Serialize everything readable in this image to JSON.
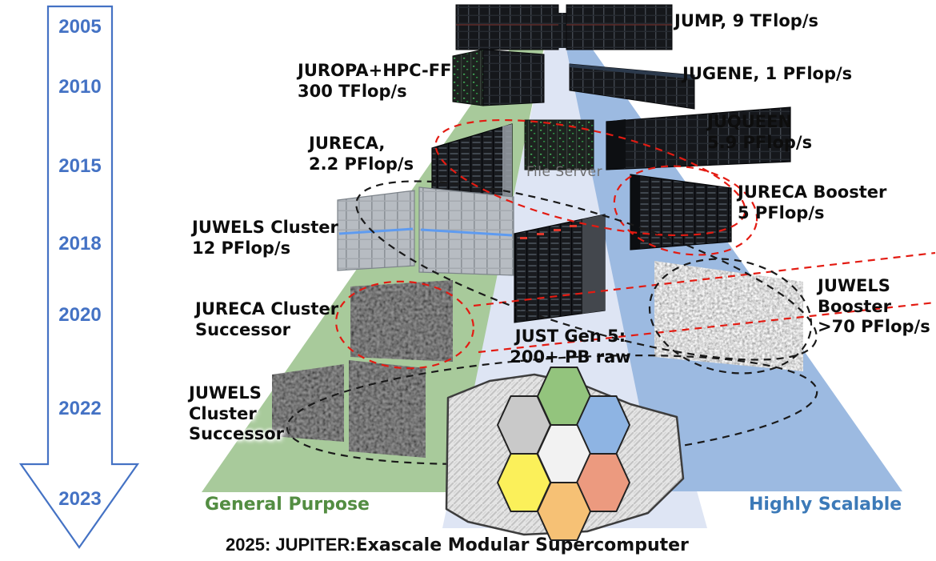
{
  "timeline": {
    "color": "#4472c4",
    "years": [
      "2005",
      "2010",
      "2015",
      "2018",
      "2020",
      "2022",
      "2023"
    ]
  },
  "branches": {
    "general_purpose": {
      "label": "General Purpose",
      "color": "#a8ca9b",
      "text_color": "#538d42"
    },
    "highly_scalable": {
      "label": "Highly Scalable",
      "color": "#9cbae1",
      "text_color": "#3c7ab8"
    },
    "storage": {
      "color": "#dce4f3"
    }
  },
  "systems": {
    "jump": {
      "label": "JUMP, 9 TFlop/s"
    },
    "juropa": {
      "label": "JUROPA+HPC-FF\n300 TFlop/s"
    },
    "jugene": {
      "label": "JUGENE, 1 PFlop/s"
    },
    "juqueen": {
      "label": "JUQUEEN\n5.9 PFlop/s"
    },
    "jureca": {
      "label": "JURECA,\n2.2 PFlop/s"
    },
    "file_server": {
      "label": "File Server"
    },
    "jureca_booster": {
      "label": "JURECA Booster\n5 PFlop/s"
    },
    "juwels_cluster": {
      "label": "JUWELS Cluster\n12 PFlop/s"
    },
    "juwels_booster": {
      "label": "JUWELS\nBooster\n>70 PFlop/s"
    },
    "jureca_successor": {
      "label": "JURECA Cluster\nSuccessor"
    },
    "just": {
      "label": "JUST Gen 5:\n200+ PB raw"
    },
    "juwels_successor": {
      "label": "JUWELS\nCluster\nSuccessor"
    }
  },
  "footer": {
    "prefix": "2025: JUPITER:",
    "suffix": "Exascale Modular Supercomputer"
  },
  "outlines": {
    "red": "#e31b12",
    "black": "#1a1a1a"
  },
  "hexagons": [
    {
      "position": "top",
      "color": "#93c47d"
    },
    {
      "position": "upper-left",
      "color": "#c9c9c9"
    },
    {
      "position": "upper-right",
      "color": "#8eb4e3"
    },
    {
      "position": "center",
      "color": "#f2f2f2"
    },
    {
      "position": "lower-left",
      "color": "#fbf05a"
    },
    {
      "position": "lower-right",
      "color": "#ec9a7f"
    },
    {
      "position": "bottom",
      "color": "#f6c175"
    }
  ]
}
